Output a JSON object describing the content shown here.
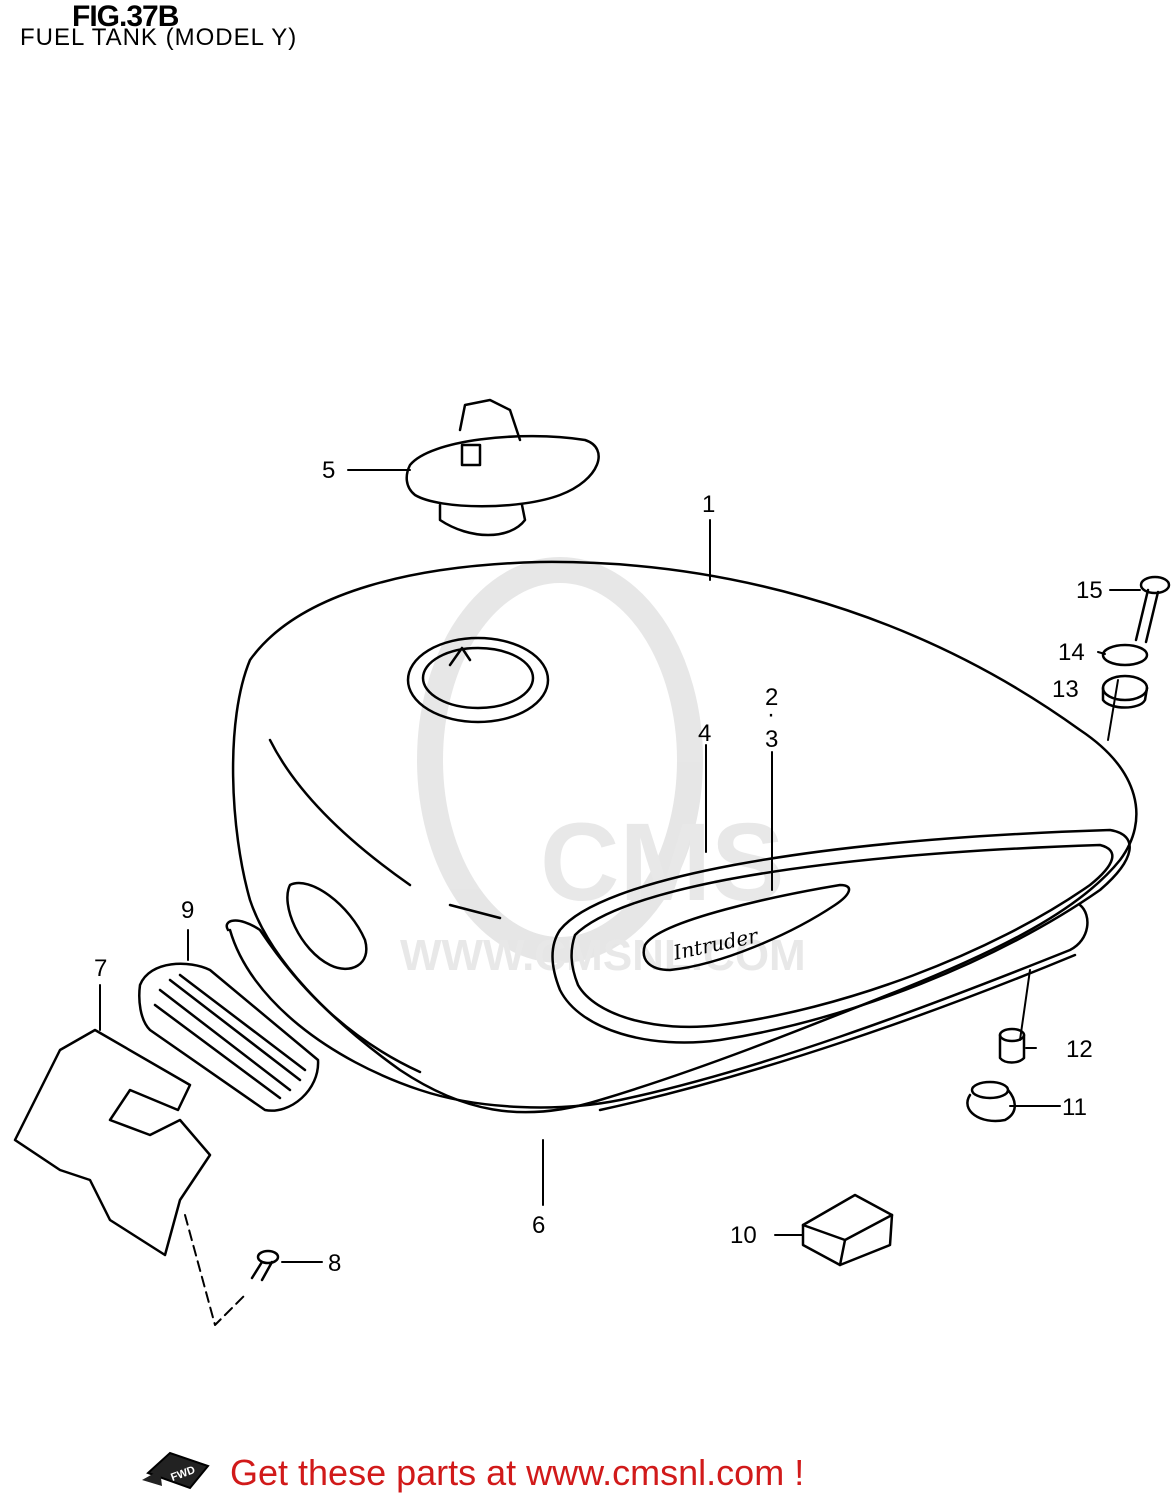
{
  "figure": {
    "title": "FIG.37B",
    "subtitle": "FUEL TANK (MODEL Y)"
  },
  "watermark": {
    "logo": "CMS",
    "url": "WWW.CMSNL.COM"
  },
  "brand_script": "Intruder",
  "callouts": [
    {
      "id": "1",
      "label": "1"
    },
    {
      "id": "2",
      "label": "2"
    },
    {
      "id": "dot",
      "label": "·"
    },
    {
      "id": "3",
      "label": "3"
    },
    {
      "id": "4",
      "label": "4"
    },
    {
      "id": "5",
      "label": "5"
    },
    {
      "id": "6",
      "label": "6"
    },
    {
      "id": "7",
      "label": "7"
    },
    {
      "id": "8",
      "label": "8"
    },
    {
      "id": "9",
      "label": "9"
    },
    {
      "id": "10",
      "label": "10"
    },
    {
      "id": "11",
      "label": "11"
    },
    {
      "id": "12",
      "label": "12"
    },
    {
      "id": "13",
      "label": "13"
    },
    {
      "id": "14",
      "label": "14"
    },
    {
      "id": "15",
      "label": "15"
    }
  ],
  "fwd_label": "FWD",
  "footer": {
    "text": "Get these parts at www.cmsnl.com !",
    "color": "#d11a1a"
  }
}
